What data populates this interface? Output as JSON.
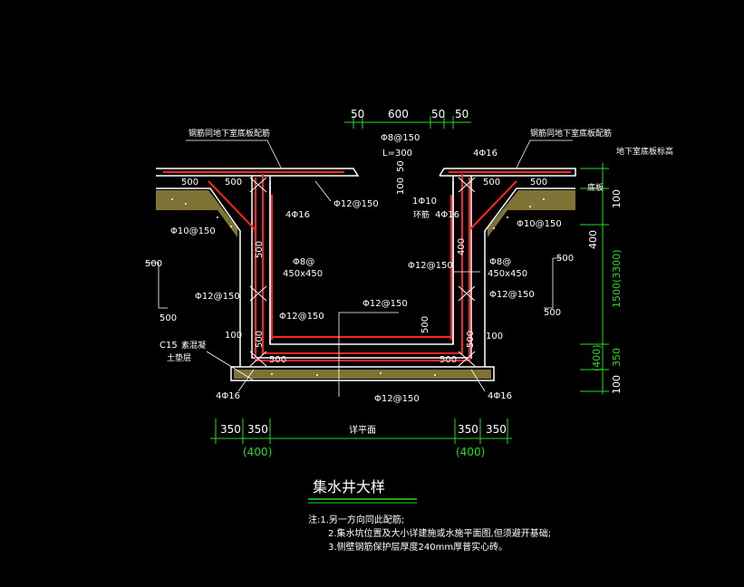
{
  "colors": {
    "background": "#000000",
    "concrete_outline": "#ffffff",
    "rebar": "#ff2222",
    "dimension": "#22dd22",
    "annotation": "#ffffff",
    "hatch": "#e8d060"
  },
  "dims_top": {
    "d1": "50",
    "d2": "600",
    "d3": "50",
    "d4": "50"
  },
  "dims_bottom": {
    "a": "350",
    "b": "350",
    "c": "详平面",
    "d": "350",
    "e": "350",
    "left_sub": "(400)",
    "right_sub": "(400)"
  },
  "dims_right": {
    "r1": "100",
    "r2": "400",
    "r3": "1500(3300)",
    "r4": "350",
    "r5": "(400)",
    "r6": "100"
  },
  "labels": {
    "top_left_note": "钢筋同地下室底板配筋",
    "top_right_note": "钢筋同地下室底板配筋",
    "right_level": "地下室底板标高",
    "right_small": "底板",
    "phi8_150": "Φ8@150",
    "l300": "L=300",
    "phi16_top": "4Φ16",
    "phi12_150_a": "Φ12@150",
    "phi10_ring": "1Φ10",
    "ring_note": "环筋",
    "dim_100": "100",
    "dim_50": "50",
    "dim_500_tl": "500",
    "dim_500_tr1": "500",
    "dim_500_tr2": "500",
    "dim_500_tl2": "500",
    "phi16_left": "4Φ16",
    "phi16_right": "4Φ16",
    "phi10_150_left": "Φ10@150",
    "phi10_150_right": "Φ10@150",
    "dim_500_vl": "500",
    "dim_400_vr": "400",
    "phi8_left": "Φ8@",
    "phi8_left_dim": "450x450",
    "phi8_right": "Φ8@",
    "phi8_right_dim": "450x450",
    "phi12_150_mid": "Φ12@150",
    "phi12_150_left": "Φ12@150",
    "phi12_150_right": "Φ12@150",
    "phi12_150_inner": "Φ12@150",
    "phi12_150_bot": "Φ12@150",
    "phi12_150_lower": "Φ12@150",
    "dim_500_c": "500",
    "dim_500_left_side": "500",
    "dim_500_left_side2": "500",
    "dim_500_right_side": "500",
    "dim_500_right_side2": "500",
    "dim_100_l": "100",
    "dim_100_r": "100",
    "dim_500_bl": "500",
    "dim_500_br": "500",
    "dim_500_bm": "500",
    "c15": "C15",
    "c15_b": "素混凝",
    "c15_c": "土垫层",
    "phi16_bl": "4Φ16",
    "phi16_br": "4Φ16"
  },
  "title": "集水井大样",
  "notes": [
    "注:1.另一方向同此配筋;",
    "2.集水坑位置及大小详建施或水施平面图,但须避开基础;",
    "3.侧壁钢筋保护层厚度240mm厚普实心砖。"
  ]
}
